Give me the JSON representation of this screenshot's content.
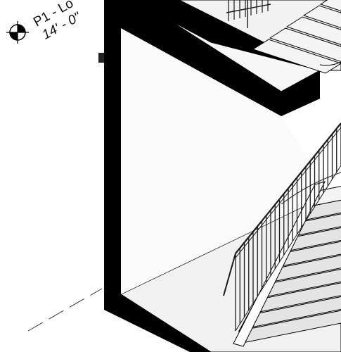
{
  "view": {
    "type": "3D isometric view",
    "subject": "stair and landing"
  },
  "level_marker": {
    "name": "P1 - Lo",
    "elevation": "14' - 0\"",
    "icon": "level-target-icon"
  },
  "colors": {
    "background": "#ffffff",
    "edge": "#000000",
    "wall_face": "#fafafa",
    "floor": "#f1f1f1",
    "stair_tread": "#f4f4f4",
    "stair_riser": "#e4e4e4",
    "railing": "#1a1a1a"
  }
}
